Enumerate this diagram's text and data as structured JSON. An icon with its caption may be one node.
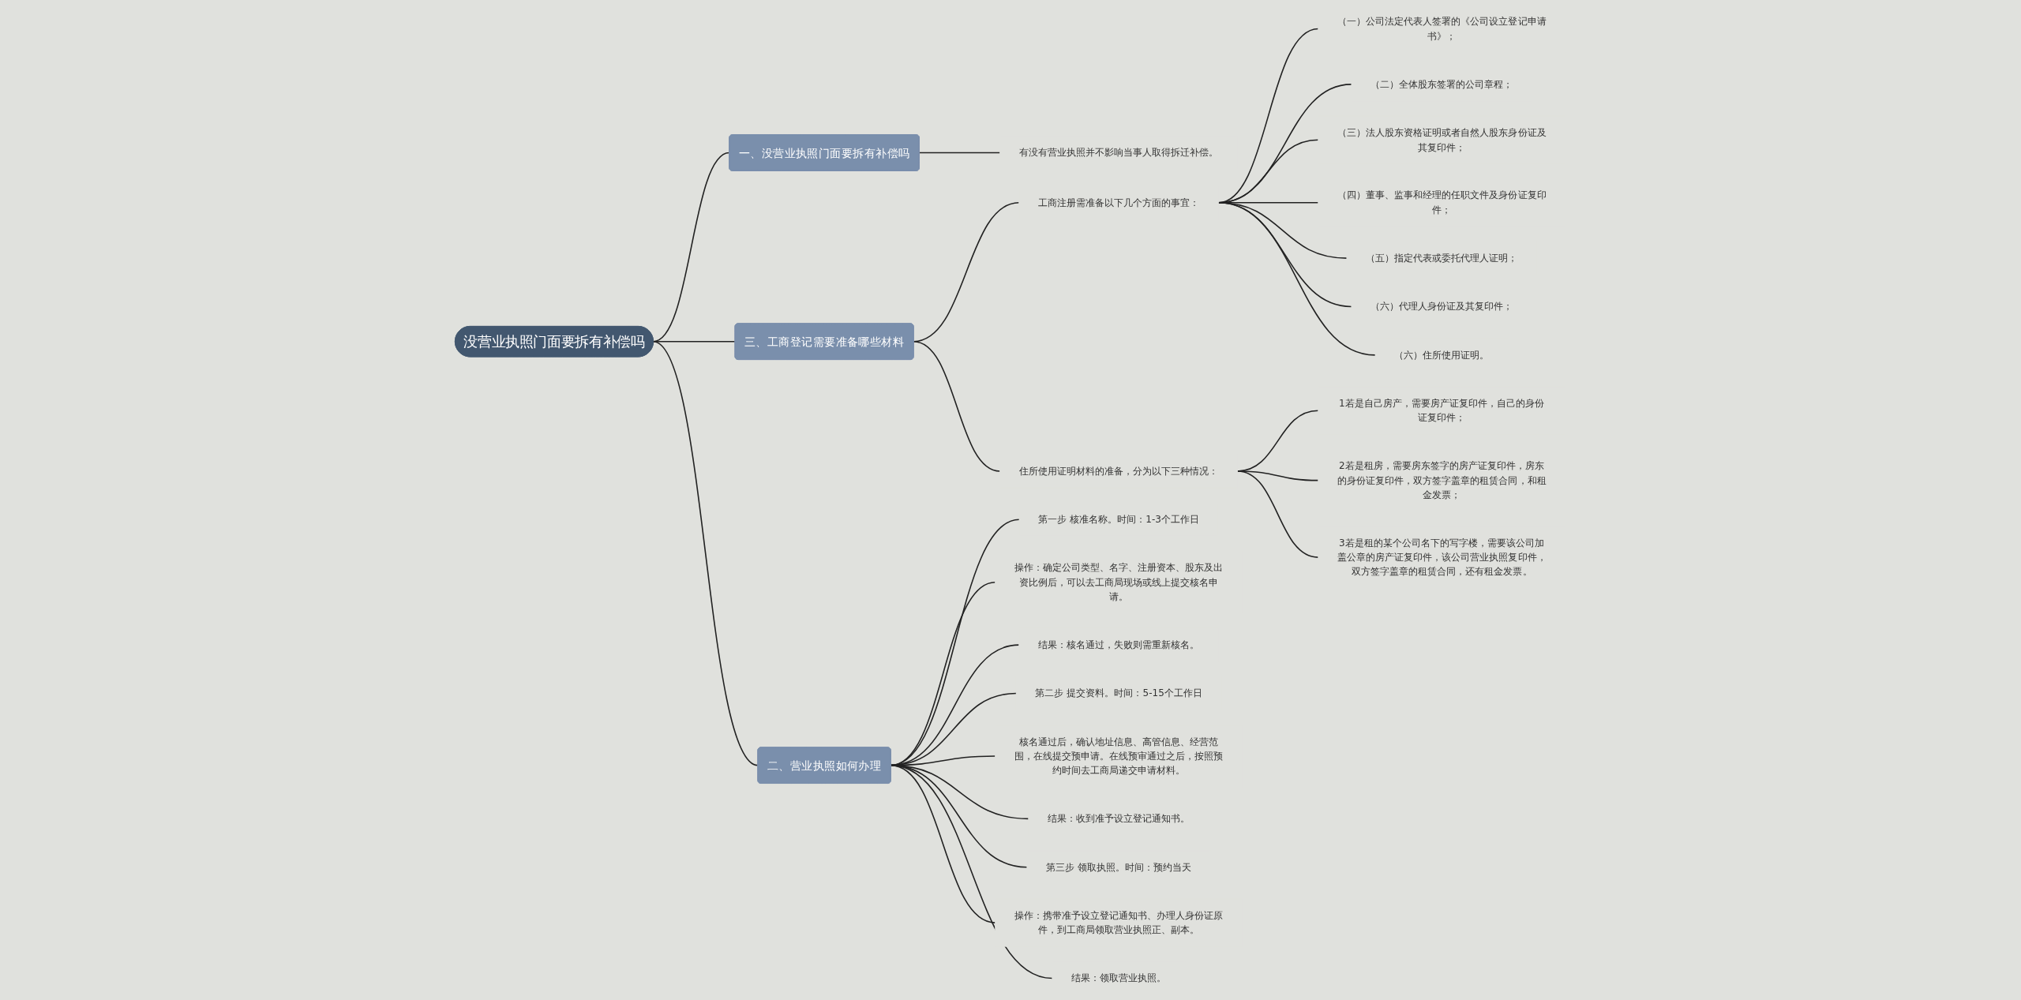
{
  "diagram": {
    "nodes": [
      {
        "text": [
          "没营业执照门面要拆有补偿吗"
        ]
      },
      {
        "text": [
          "一、没营业执照门面要拆有补偿吗"
        ]
      },
      {
        "text": [
          "有没有营业执照并不影响当事人取得拆迁补偿。"
        ]
      },
      {
        "text": [
          "三、工商登记需要准备哪些材料"
        ]
      },
      {
        "text": [
          "工商注册需准备以下几个方面的事宜："
        ]
      },
      {
        "text": [
          "（一）公司法定代表人签署的《公司设立登记申请书》；"
        ]
      },
      {
        "text": [
          "（二）全体股东签署的公司章程；"
        ]
      },
      {
        "text": [
          "（三）法人股东资格证明或者自然人股东身份证及其复印件；"
        ]
      },
      {
        "text": [
          "（四）董事、监事和经理的任职文件及身份证复印件；"
        ]
      },
      {
        "text": [
          "（五）指定代表或委托代理人证明；"
        ]
      },
      {
        "text": [
          "（六）代理人身份证及其复印件；"
        ]
      },
      {
        "text": [
          "（六）住所使用证明。"
        ]
      },
      {
        "text": [
          "住所使用证明材料的准备，分为以下三种情况："
        ]
      },
      {
        "text": [
          "1若是自己房产，需要房产证复印件，自己的身份证复印件；"
        ]
      },
      {
        "text": [
          "2若是租房，需要房东签字的房产证复印件，房东的身份证复印件，双方签字盖章的租赁合同，和租金发票；"
        ]
      },
      {
        "text": [
          "3若是租的某个公司名下的写字楼，需要该公司加盖公章的房产证复印件，该公司营业执照复印件，双方签字盖章的租赁合同，还有租金发票。"
        ]
      },
      {
        "text": [
          "二、营业执照如何办理"
        ]
      },
      {
        "text": [
          "第一步 核准名称。时间：1-3个工作日"
        ]
      },
      {
        "text": [
          "操作：确定公司类型、名字、注册资本、股东及出资比例后，可以去工商局现场或线上提交核名申请。"
        ]
      },
      {
        "text": [
          "结果：核名通过，失败则需重新核名。"
        ]
      },
      {
        "text": [
          "第二步 提交资料。时间：5-15个工作日"
        ]
      },
      {
        "text": [
          "核名通过后，确认地址信息、高管信息、经营范围，在线提交预申请。在线预审通过之后，按照预约时间去工商局递交申请材料。"
        ]
      },
      {
        "text": [
          "结果：收到准予设立登记通知书。"
        ]
      },
      {
        "text": [
          "第三步 领取执照。时间：预约当天"
        ]
      },
      {
        "text": [
          "操作：携带准予设立登记通知书、办理人身份证原件，到工商局领取营业执照正、副本。"
        ]
      },
      {
        "text": [
          "结果：领取营业执照。"
        ]
      }
    ],
    "edges": [
      {
        "from": 0,
        "to": 1,
        "arrow": "none"
      },
      {
        "from": 1,
        "to": 2,
        "arrow": "none"
      },
      {
        "from": 0,
        "to": 3,
        "arrow": "none"
      },
      {
        "from": 3,
        "to": 4,
        "arrow": "none"
      },
      {
        "from": 4,
        "to": 5,
        "arrow": "none"
      },
      {
        "from": 4,
        "to": 6,
        "arrow": "none"
      },
      {
        "from": 4,
        "to": 7,
        "arrow": "none"
      },
      {
        "from": 4,
        "to": 8,
        "arrow": "none"
      },
      {
        "from": 4,
        "to": 9,
        "arrow": "none"
      },
      {
        "from": 4,
        "to": 10,
        "arrow": "none"
      },
      {
        "from": 4,
        "to": 11,
        "arrow": "none"
      },
      {
        "from": 3,
        "to": 12,
        "arrow": "none"
      },
      {
        "from": 12,
        "to": 13,
        "arrow": "none"
      },
      {
        "from": 12,
        "to": 14,
        "arrow": "none"
      },
      {
        "from": 12,
        "to": 15,
        "arrow": "none"
      },
      {
        "from": 0,
        "to": 16,
        "arrow": "none"
      },
      {
        "from": 16,
        "to": 17,
        "arrow": "none"
      },
      {
        "from": 16,
        "to": 18,
        "arrow": "none"
      },
      {
        "from": 16,
        "to": 19,
        "arrow": "none"
      },
      {
        "from": 16,
        "to": 20,
        "arrow": "none"
      },
      {
        "from": 16,
        "to": 21,
        "arrow": "none"
      },
      {
        "from": 16,
        "to": 22,
        "arrow": "none"
      },
      {
        "from": 16,
        "to": 23,
        "arrow": "none"
      },
      {
        "from": 16,
        "to": 24,
        "arrow": "none"
      },
      {
        "from": 16,
        "to": 25,
        "arrow": "none"
      }
    ]
  }
}
